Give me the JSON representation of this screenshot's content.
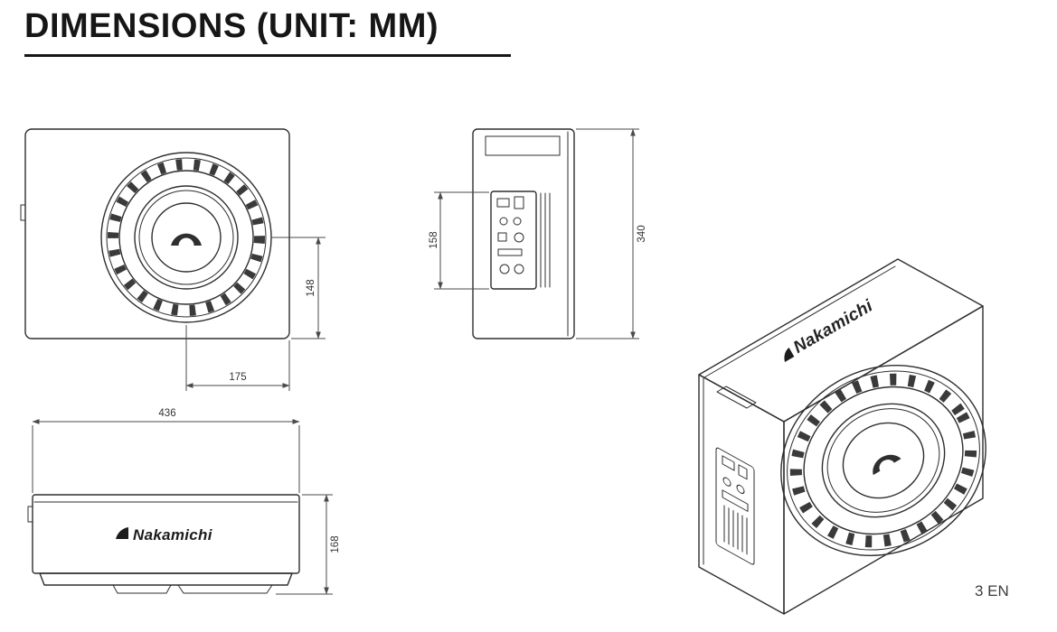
{
  "page": {
    "title": "DIMENSIONS (UNIT: MM)",
    "page_marker": "3 EN"
  },
  "brand": {
    "name": "Nakamichi"
  },
  "dimensions": {
    "front_height": "148",
    "front_width": "175",
    "side_panel": "158",
    "side_height": "340",
    "edge_width": "436",
    "edge_height": "168"
  },
  "colors": {
    "line": "#2e2e2e",
    "dimension": "#4a4a4a",
    "heading": "#161616"
  }
}
